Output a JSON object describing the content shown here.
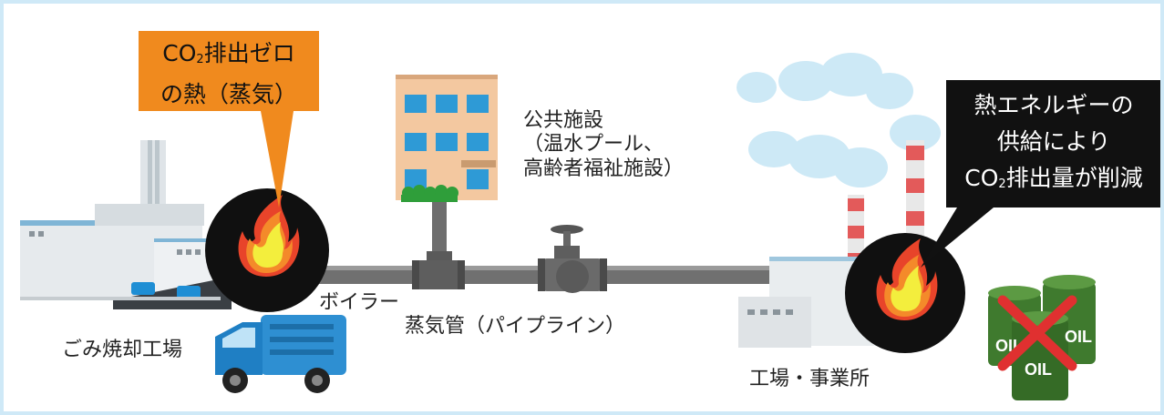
{
  "callout_left": {
    "line1_a": "CO",
    "line1_sub": "2",
    "line1_b": "排出ゼロ",
    "line2": "の熱（蒸気）"
  },
  "callout_right": {
    "line1": "熱エネルギーの",
    "line2": "供給により",
    "line3_a": "CO",
    "line3_sub": "2",
    "line3_b": "排出量が削減"
  },
  "labels": {
    "public_facility_1": "公共施設",
    "public_facility_2": "（温水プール、",
    "public_facility_3": "高齢者福祉施設）",
    "boiler": "ボイラー",
    "steam_pipe": "蒸気管（パイプライン）",
    "incinerator": "ごみ焼却工場",
    "factory": "工場・事業所",
    "oil_1": "OIL",
    "oil_2": "OIL",
    "oil_3": "OIL"
  },
  "colors": {
    "border": "#cfe9f7",
    "callout_orange": "#f08a1e",
    "callout_black": "#111111",
    "pipe": "#707070",
    "smoke": "#cde9f6",
    "flame_outer": "#e8442a",
    "flame_core": "#f3ee3d",
    "cross": "#e03030",
    "drum": "#3f7a2e"
  }
}
